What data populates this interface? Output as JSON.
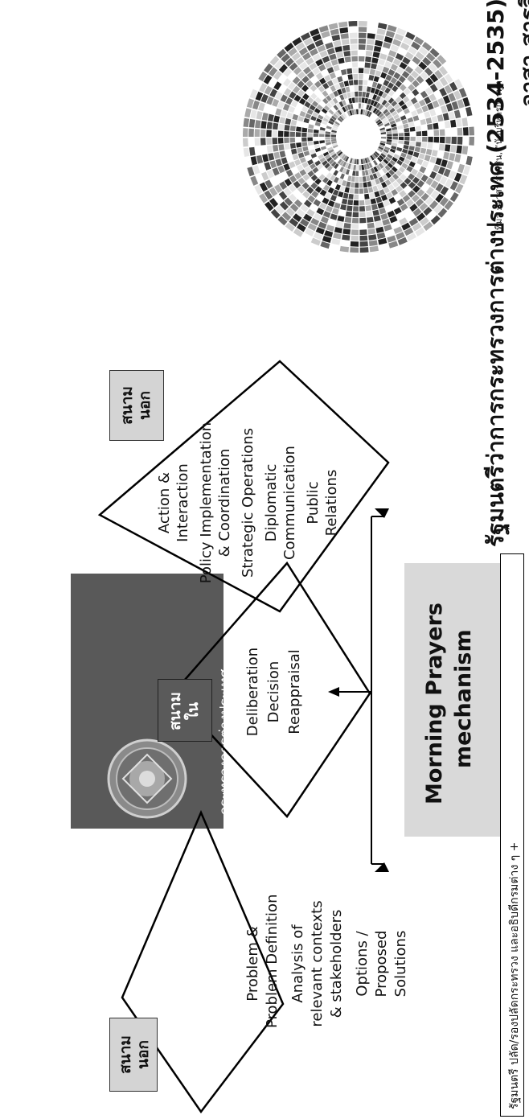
{
  "title": {
    "line1": "อาสา สารสิน",
    "line2": "รัฐมนตรีว่าการกระทรวงการต่างประเทศ (2534-2535)"
  },
  "ministry_banner": {
    "label": "กระทรวงการต่างประเทศ",
    "seal": "ministry-seal-emblem"
  },
  "field_tags": {
    "outer_left": "สนาม\nนอก",
    "inner": "สนาม\nใน",
    "outer_right": "สนาม\nนอก"
  },
  "diamonds": {
    "left": [
      "Problem &",
      "Problem Definition",
      "Analysis of",
      "relevant contexts",
      "& stakeholders",
      "Options /",
      "Proposed",
      "Solutions"
    ],
    "middle": [
      "Deliberation",
      "Decision",
      "Reappraisal"
    ],
    "right": [
      "Action &",
      "Interaction",
      "Policy Implementation",
      "& Coordination",
      "Strategic Operations",
      "Diplomatic",
      "Communication",
      "Public",
      "Relations"
    ]
  },
  "mechanism": {
    "line1": "Morning Prayers",
    "line2": "mechanism"
  },
  "participants": "รัฐมนตรี ปลัด/รองปลัดกระทรวง และอธิบดีกรมต่าง ๆ +",
  "image_credit": "ที่มา : อาสา สารสิน, “นักบริหารการทูต”",
  "colors": {
    "banner": "#595959",
    "tag_light": "#d4d4d4",
    "tag_dark": "#5a5a5a",
    "mechanism_box": "#d9d9d9"
  }
}
